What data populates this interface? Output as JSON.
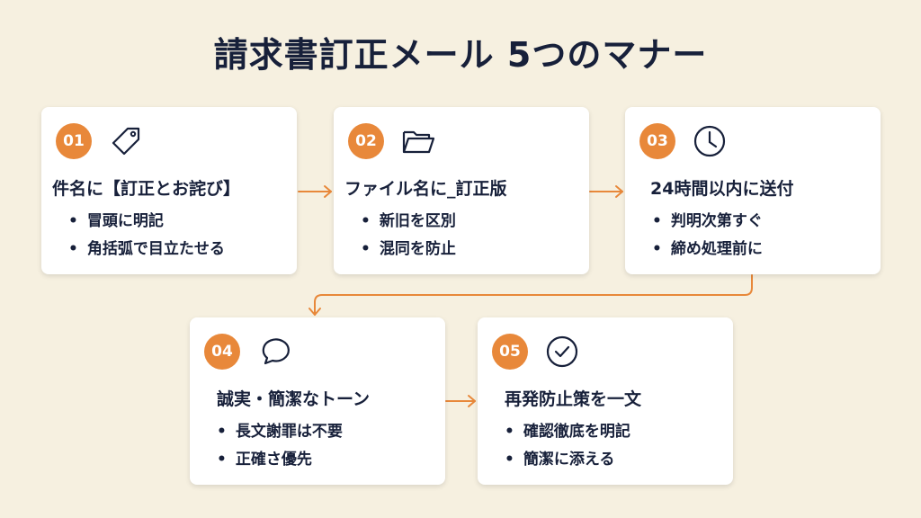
{
  "title": "請求書訂正メール 5つのマナー",
  "accent_color": "#e8883a",
  "steps": [
    {
      "number": "01",
      "icon": "tag-icon",
      "title": "件名に【訂正とお詫び】",
      "bullets": [
        "冒頭に明記",
        "角括弧で目立たせる"
      ]
    },
    {
      "number": "02",
      "icon": "folder-icon",
      "title": "ファイル名に_訂正版",
      "bullets": [
        "新旧を区別",
        "混同を防止"
      ]
    },
    {
      "number": "03",
      "icon": "clock-icon",
      "title": "24時間以内に送付",
      "bullets": [
        "判明次第すぐ",
        "締め処理前に"
      ]
    },
    {
      "number": "04",
      "icon": "speech-bubble-icon",
      "title": "誠実・簡潔なトーン",
      "bullets": [
        "長文謝罪は不要",
        "正確さ優先"
      ]
    },
    {
      "number": "05",
      "icon": "check-circle-icon",
      "title": "再発防止策を一文",
      "bullets": [
        "確認徹底を明記",
        "簡潔に添える"
      ]
    }
  ]
}
